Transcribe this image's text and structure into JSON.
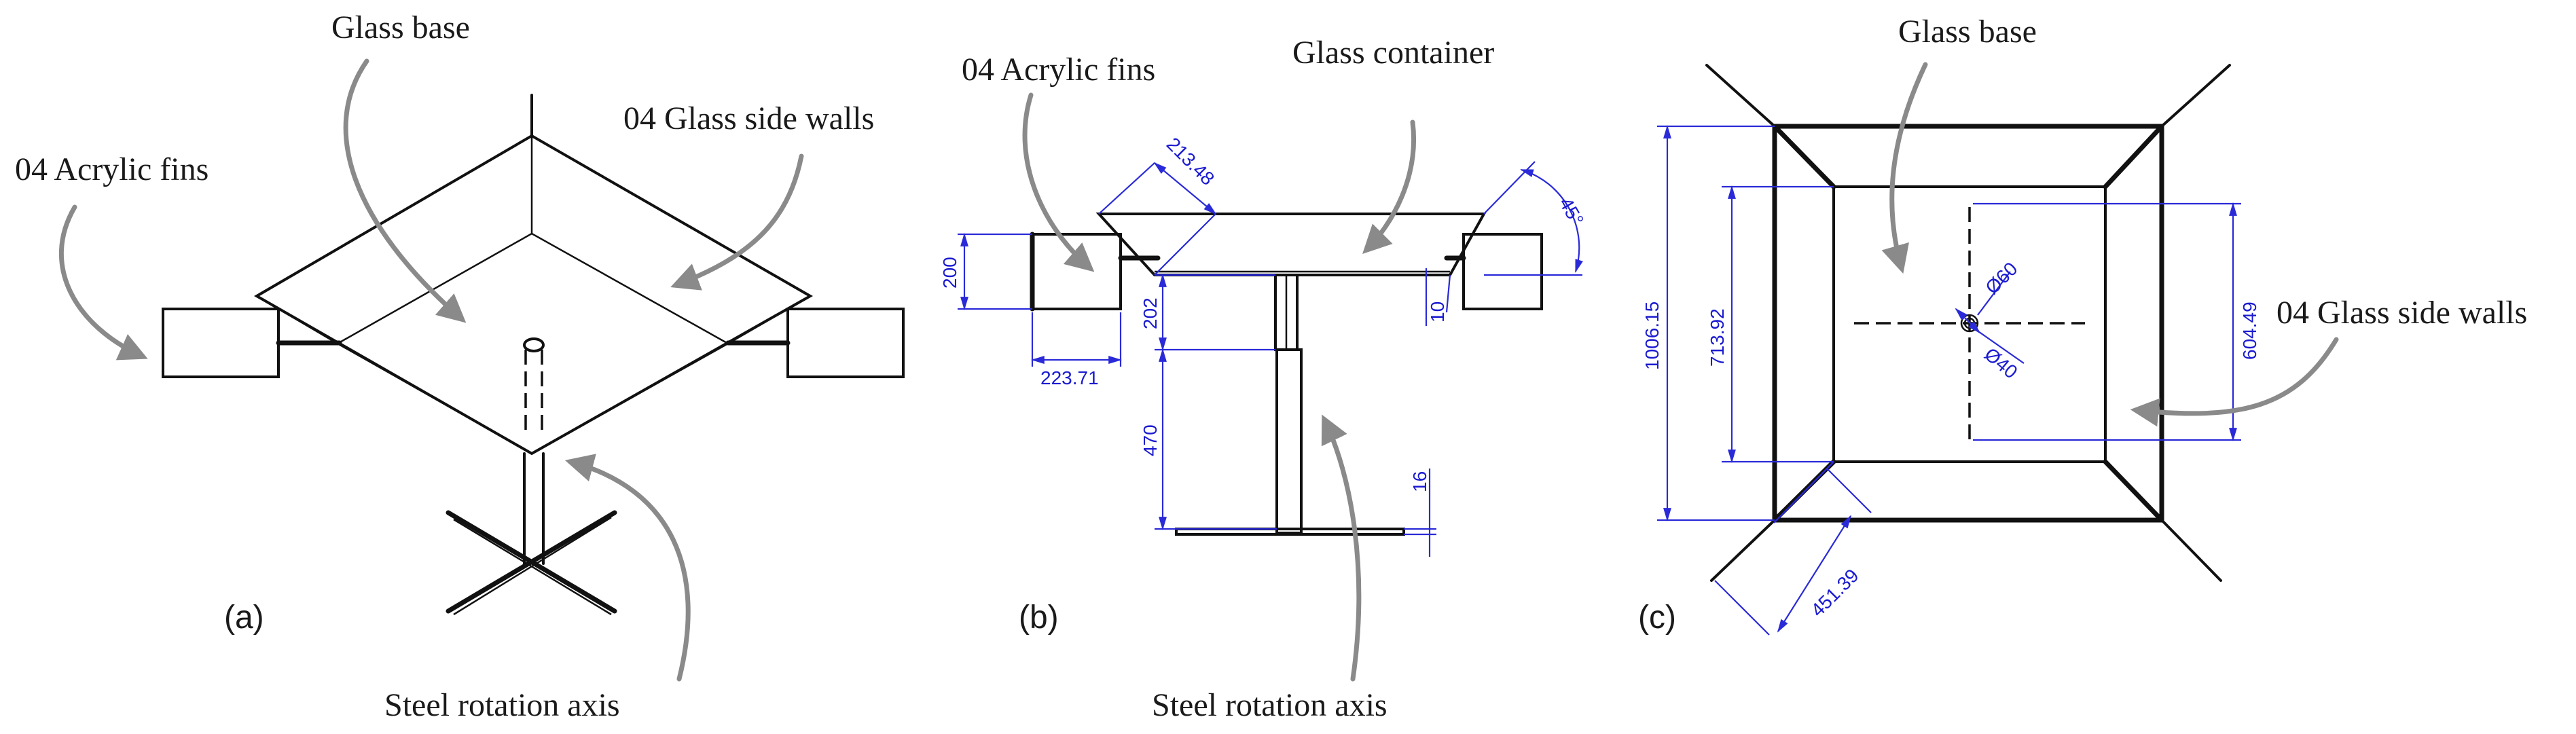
{
  "panel_a": {
    "caption": "(a)",
    "label_glass_base": "Glass base",
    "label_side_walls": "04 Glass side walls",
    "label_fins": "04 Acrylic fins",
    "label_axis": "Steel rotation axis"
  },
  "panel_b": {
    "caption": "(b)",
    "label_fins": "04 Acrylic fins",
    "label_container": "Glass container",
    "label_axis": "Steel rotation axis",
    "dimensions": {
      "fin_diagonal": "213.48",
      "angle": "45°",
      "fin_height": "200",
      "fin_width": "223.71",
      "upper_shaft": "202",
      "lower_shaft": "470",
      "base_thickness": "10",
      "foot_thickness": "16"
    }
  },
  "panel_c": {
    "caption": "(c)",
    "label_glass_base": "Glass base",
    "label_side_walls": "04 Glass side walls",
    "dimensions": {
      "outer_width": "1006.15",
      "inner_width": "713.92",
      "base_width": "604.49",
      "fin_diagonal": "451.39",
      "diameter_large": "Ø60",
      "diameter_small": "Ø40"
    }
  }
}
